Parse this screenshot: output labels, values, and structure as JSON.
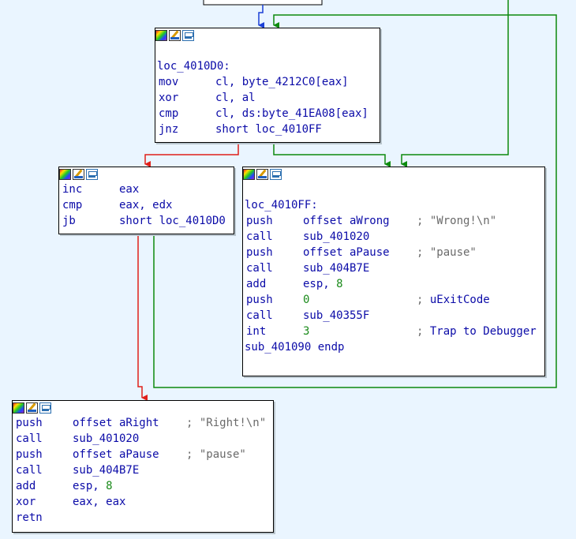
{
  "graph": {
    "edge_colors": {
      "unconditional": "#1a3fd6",
      "true_branch": "#0d8a0d",
      "false_branch": "#e0201a"
    }
  },
  "header_icons": [
    "color-palette-icon",
    "edit-node-icon",
    "graph-overview-icon"
  ],
  "node1": {
    "label": "loc_4010D0:",
    "lines": [
      {
        "mn": "mov",
        "op": "cl, byte_4212C0[eax]"
      },
      {
        "mn": "xor",
        "op": "cl, al"
      },
      {
        "mn": "cmp",
        "op": "cl, ds:byte_41EA08[eax]"
      },
      {
        "mn": "jnz",
        "op": "short loc_4010FF"
      }
    ]
  },
  "node2": {
    "lines": [
      {
        "mn": "inc",
        "op": "eax"
      },
      {
        "mn": "cmp",
        "op": "eax, edx"
      },
      {
        "mn": "jb",
        "op": "short loc_4010D0"
      }
    ]
  },
  "node3": {
    "label": "loc_4010FF:",
    "lines": [
      {
        "mn": "push",
        "op": "offset aWrong",
        "cm": "; \"Wrong!\\n\""
      },
      {
        "mn": "call",
        "op": "sub_401020"
      },
      {
        "mn": "push",
        "op": "offset aPause",
        "cm": "; \"pause\""
      },
      {
        "mn": "call",
        "op": "sub_404B7E"
      },
      {
        "mn": "add",
        "op_a": "esp, ",
        "op_num": "8"
      },
      {
        "mn": "push",
        "op_num": "0",
        "cm_sep": "; ",
        "cm_hi": "uExitCode"
      },
      {
        "mn": "call",
        "op": "sub_40355F"
      },
      {
        "mn": "int",
        "op_num": "3",
        "cm_sep": "; ",
        "cm_hi": "Trap to Debugger"
      }
    ],
    "endp": "sub_401090 endp"
  },
  "node4": {
    "lines": [
      {
        "mn": "push",
        "op": "offset aRight",
        "cm": "; \"Right!\\n\""
      },
      {
        "mn": "call",
        "op": "sub_401020"
      },
      {
        "mn": "push",
        "op": "offset aPause",
        "cm": "; \"pause\""
      },
      {
        "mn": "call",
        "op": "sub_404B7E"
      },
      {
        "mn": "add",
        "op_a": "esp, ",
        "op_num": "8"
      },
      {
        "mn": "xor",
        "op": "eax, eax"
      },
      {
        "mn": "retn",
        "op": ""
      }
    ]
  }
}
